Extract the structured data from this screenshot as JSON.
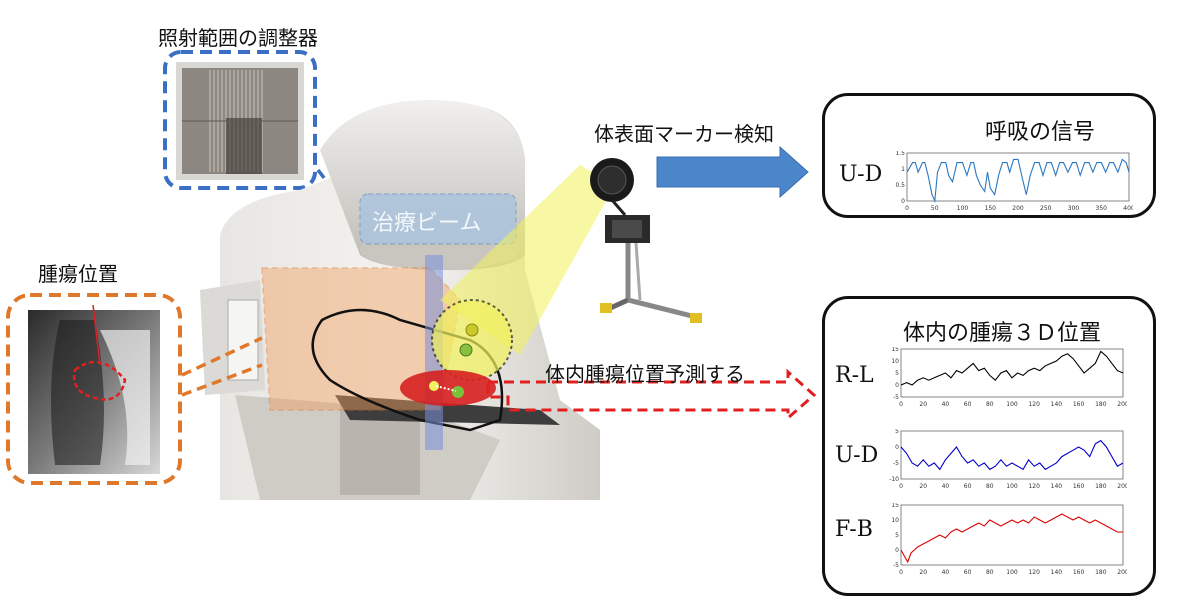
{
  "labels": {
    "collimator": "照射範囲の調整器",
    "tumor_position": "腫瘍位置",
    "treatment_beam": "治療ビーム",
    "surface_marker": "体表面マーカー検知",
    "predict": "体内腫瘍位置予測する"
  },
  "respiration_panel": {
    "title": "呼吸の信号",
    "axis_label": "U-D",
    "chart_data": {
      "type": "line",
      "x_ticks": [
        "0",
        "50",
        "100",
        "150",
        "200",
        "250",
        "300",
        "350",
        "400"
      ],
      "y_ticks": [
        "1.5",
        "1",
        "0.5",
        "0"
      ],
      "xlim": [
        0,
        400
      ],
      "ylim": [
        0,
        1.5
      ],
      "series": [
        {
          "color": "#2a78c2",
          "x": [
            0,
            10,
            15,
            20,
            28,
            32,
            38,
            45,
            50,
            55,
            62,
            70,
            75,
            82,
            90,
            100,
            108,
            115,
            120,
            125,
            132,
            140,
            145,
            150,
            158,
            165,
            172,
            180,
            185,
            192,
            200,
            208,
            215,
            222,
            230,
            238,
            245,
            252,
            260,
            268,
            275,
            282,
            290,
            298,
            305,
            312,
            320,
            328,
            335,
            342,
            350,
            358,
            365,
            372,
            380,
            388,
            395,
            400
          ],
          "y": [
            0.9,
            1.2,
            1.2,
            0.9,
            1.2,
            1.2,
            0.8,
            0.2,
            0.0,
            0.9,
            1.2,
            1.2,
            0.8,
            0.6,
            1.2,
            1.2,
            0.8,
            1.2,
            1.2,
            0.8,
            0.5,
            0.3,
            0.9,
            0.4,
            0.2,
            0.8,
            1.2,
            1.2,
            0.9,
            1.3,
            1.3,
            0.7,
            0.2,
            0.8,
            1.2,
            1.2,
            0.8,
            1.2,
            1.2,
            0.8,
            1.2,
            1.2,
            0.9,
            1.2,
            1.2,
            0.8,
            1.2,
            1.2,
            0.9,
            1.2,
            1.2,
            0.9,
            1.2,
            1.2,
            0.9,
            1.3,
            1.2,
            0.9
          ]
        }
      ]
    }
  },
  "position_panel": {
    "title": "体内の腫瘍３Ｄ位置",
    "charts": [
      {
        "axis_label": "R-L",
        "chart_data": {
          "type": "line",
          "x_ticks": [
            "0",
            "20",
            "40",
            "60",
            "80",
            "100",
            "120",
            "140",
            "160",
            "180",
            "200"
          ],
          "y_ticks": [
            "15",
            "10",
            "5",
            "0",
            "-5"
          ],
          "xlim": [
            0,
            200
          ],
          "ylim": [
            -5,
            15
          ],
          "series": [
            {
              "color": "#000000",
              "x": [
                0,
                5,
                10,
                15,
                20,
                25,
                30,
                35,
                40,
                45,
                50,
                55,
                60,
                65,
                70,
                75,
                80,
                85,
                90,
                95,
                100,
                105,
                110,
                115,
                120,
                125,
                130,
                135,
                140,
                145,
                150,
                155,
                160,
                165,
                170,
                175,
                180,
                185,
                190,
                195,
                200
              ],
              "y": [
                0,
                1,
                0,
                2,
                3,
                2,
                3,
                4,
                5,
                3,
                6,
                5,
                7,
                9,
                6,
                7,
                4,
                2,
                5,
                6,
                3,
                5,
                4,
                6,
                7,
                6,
                8,
                9,
                10,
                12,
                13,
                11,
                8,
                5,
                7,
                9,
                14,
                12,
                9,
                6,
                5
              ]
            }
          ]
        }
      },
      {
        "axis_label": "U-D",
        "chart_data": {
          "type": "line",
          "x_ticks": [
            "0",
            "20",
            "40",
            "60",
            "80",
            "100",
            "120",
            "140",
            "160",
            "180",
            "200"
          ],
          "y_ticks": [
            "5",
            "0",
            "-5",
            "-10"
          ],
          "xlim": [
            0,
            200
          ],
          "ylim": [
            -10,
            5
          ],
          "series": [
            {
              "color": "#0000cc",
              "x": [
                0,
                5,
                10,
                15,
                20,
                25,
                30,
                35,
                40,
                45,
                50,
                55,
                60,
                65,
                70,
                75,
                80,
                85,
                90,
                95,
                100,
                105,
                110,
                115,
                120,
                125,
                130,
                135,
                140,
                145,
                150,
                155,
                160,
                165,
                170,
                175,
                180,
                185,
                190,
                195,
                200
              ],
              "y": [
                0,
                -2,
                -5,
                -6,
                -4,
                -6,
                -5,
                -7,
                -4,
                -2,
                0,
                -3,
                -5,
                -4,
                -6,
                -5,
                -7,
                -6,
                -4,
                -6,
                -5,
                -6,
                -7,
                -4,
                -6,
                -5,
                -7,
                -6,
                -5,
                -3,
                -2,
                -1,
                0,
                -1,
                -3,
                1,
                2,
                0,
                -3,
                -6,
                -5
              ]
            }
          ]
        }
      },
      {
        "axis_label": "F-B",
        "chart_data": {
          "type": "line",
          "x_ticks": [
            "0",
            "20",
            "40",
            "60",
            "80",
            "100",
            "120",
            "140",
            "160",
            "180",
            "200"
          ],
          "y_ticks": [
            "15",
            "10",
            "5",
            "0",
            "-5"
          ],
          "xlim": [
            0,
            200
          ],
          "ylim": [
            -5,
            15
          ],
          "series": [
            {
              "color": "#dd0000",
              "x": [
                0,
                3,
                6,
                9,
                12,
                15,
                20,
                25,
                30,
                35,
                40,
                45,
                50,
                55,
                60,
                65,
                70,
                75,
                80,
                85,
                90,
                95,
                100,
                105,
                110,
                115,
                120,
                125,
                130,
                135,
                140,
                145,
                150,
                155,
                160,
                165,
                170,
                175,
                180,
                185,
                190,
                195,
                200
              ],
              "y": [
                0,
                -2,
                -4,
                -1,
                0,
                1,
                2,
                3,
                4,
                5,
                4,
                6,
                7,
                6,
                7,
                8,
                9,
                8,
                10,
                9,
                8,
                9,
                10,
                9,
                10,
                9,
                11,
                10,
                9,
                10,
                11,
                12,
                11,
                10,
                11,
                10,
                9,
                10,
                9,
                8,
                7,
                6,
                6
              ]
            }
          ]
        }
      }
    ]
  },
  "colors": {
    "collimator_border": "#3a6fc4",
    "tumor_border": "#e0782b",
    "arrow_blue": "#4a86c9",
    "arrow_red": "#e02020",
    "beam_yellow": "#f2f25a",
    "tumor_red": "#d62020"
  },
  "icons": [
    "collimator-photo",
    "xray-photo",
    "linac-machine-illustration",
    "camera-on-stand-illustration",
    "blue-block-arrow",
    "red-dashed-arrow"
  ]
}
